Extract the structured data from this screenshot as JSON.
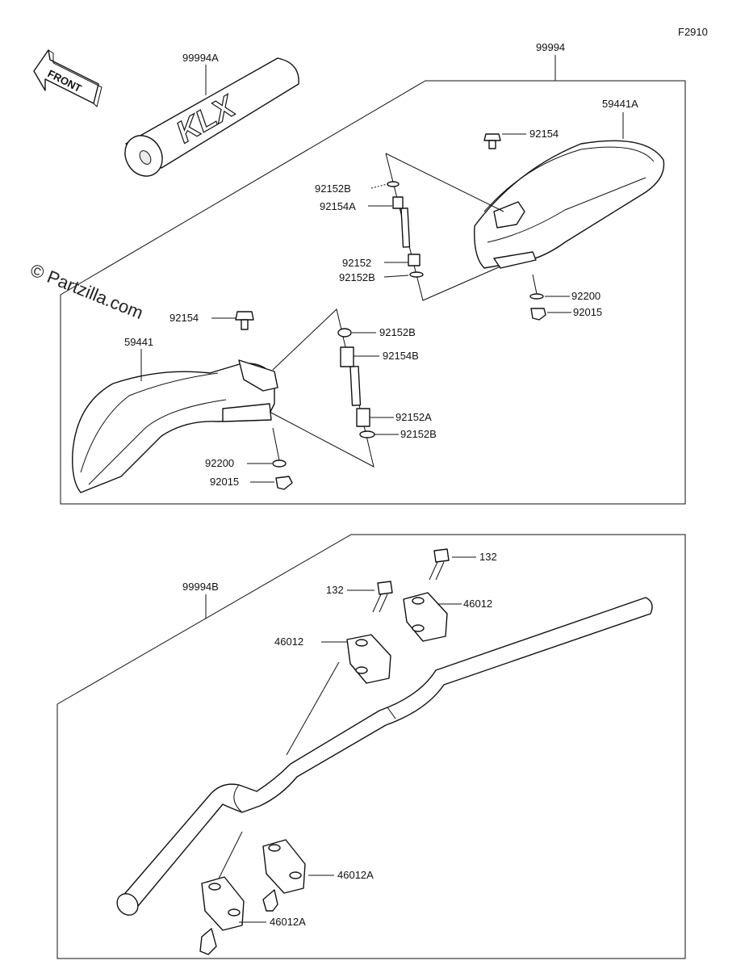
{
  "figure_code": "F2910",
  "watermark": "© Partzilla.com",
  "front_arrow_text": "FRONT",
  "pad_logo_text": "KLX",
  "callouts": {
    "group_99994": "99994",
    "pad_99994A": "99994A",
    "guard_59441A": "59441A",
    "bolt_92154_right": "92154",
    "washer_92152B_top": "92152B",
    "bolt_92154A": "92154A",
    "collar_92152": "92152",
    "washer_92152B_mid": "92152B",
    "washer_92200_right": "92200",
    "nut_92015_right": "92015",
    "bolt_92154_left": "92154",
    "guard_59441": "59441",
    "washer_92152B_left_top": "92152B",
    "bolt_92154B": "92154B",
    "collar_92152A": "92152A",
    "washer_92152B_left_bottom": "92152B",
    "washer_92200_left": "92200",
    "nut_92015_left": "92015",
    "group_99994B": "99994B",
    "bolt_132_upper": "132",
    "bolt_132_lower": "132",
    "clamp_46012_right": "46012",
    "clamp_46012_left": "46012",
    "holder_46012A_right": "46012A",
    "holder_46012A_left": "46012A"
  }
}
